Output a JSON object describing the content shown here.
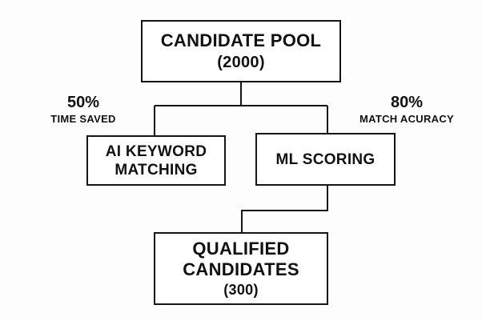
{
  "diagram": {
    "nodes": {
      "candidate_pool": {
        "line1": "CANDIDATE POOL",
        "line2": "(2000)"
      },
      "ai_keyword_matching": {
        "line1": "AI KEYWORD",
        "line2": "MATCHING"
      },
      "ml_scoring": {
        "line1": "ML SCORING"
      },
      "qualified_candidates": {
        "line1": "QUALIFIED",
        "line2": "CANDIDATES",
        "line3": "(300)"
      }
    },
    "metrics": {
      "time_saved": {
        "value": "50%",
        "label": "TIME SAVED"
      },
      "match_accuracy": {
        "value": "80%",
        "label": "MATCH ACURACY"
      }
    },
    "edges": [
      {
        "from": "candidate_pool",
        "to": "ai_keyword_matching"
      },
      {
        "from": "candidate_pool",
        "to": "ml_scoring"
      },
      {
        "from": "ml_scoring",
        "to": "qualified_candidates"
      }
    ],
    "colors": {
      "stroke": "#151515",
      "background": "#ffffff"
    }
  }
}
